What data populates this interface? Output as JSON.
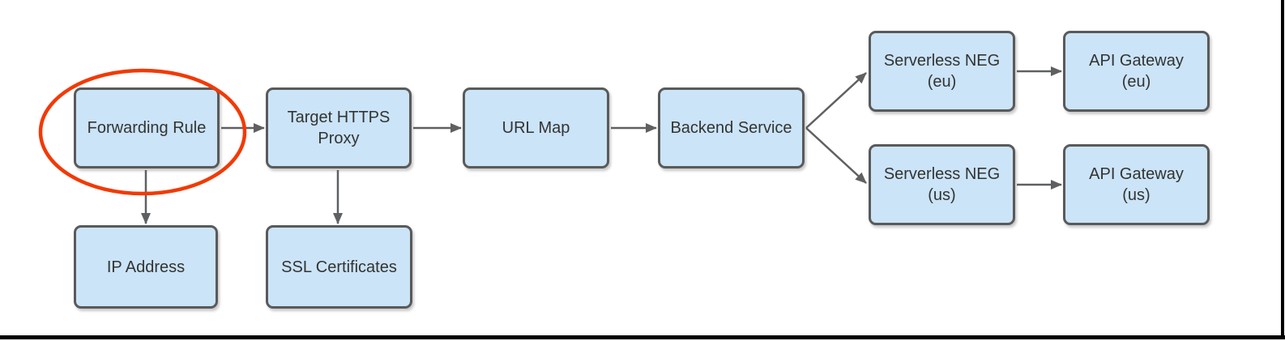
{
  "diagram": {
    "description": "HTTPS load balancer architecture flow diagram",
    "nodes": {
      "forwarding_rule": {
        "label": "Forwarding Rule"
      },
      "target_https_proxy": {
        "label": [
          "Target HTTPS",
          "Proxy"
        ]
      },
      "url_map": {
        "label": "URL Map"
      },
      "backend_service": {
        "label": "Backend Service"
      },
      "serverless_neg_eu": {
        "label": [
          "Serverless NEG",
          "(eu)"
        ]
      },
      "api_gateway_eu": {
        "label": [
          "API Gateway",
          "(eu)"
        ]
      },
      "serverless_neg_us": {
        "label": [
          "Serverless NEG",
          "(us)"
        ]
      },
      "api_gateway_us": {
        "label": [
          "API Gateway",
          "(us)"
        ]
      },
      "ip_address": {
        "label": "IP Address"
      },
      "ssl_certificates": {
        "label": "SSL Certificates"
      }
    },
    "edges": [
      {
        "from": "Forwarding Rule",
        "to": "Target HTTPS Proxy"
      },
      {
        "from": "Forwarding Rule",
        "to": "IP Address"
      },
      {
        "from": "Target HTTPS Proxy",
        "to": "URL Map"
      },
      {
        "from": "Target HTTPS Proxy",
        "to": "SSL Certificates"
      },
      {
        "from": "URL Map",
        "to": "Backend Service"
      },
      {
        "from": "Backend Service",
        "to": "Serverless NEG (eu)"
      },
      {
        "from": "Backend Service",
        "to": "Serverless NEG (us)"
      },
      {
        "from": "Serverless NEG (eu)",
        "to": "API Gateway (eu)"
      },
      {
        "from": "Serverless NEG (us)",
        "to": "API Gateway (us)"
      }
    ],
    "annotation": {
      "type": "ellipse-highlight",
      "target": "Forwarding Rule",
      "color": "#f23a05"
    },
    "colors": {
      "node_fill": "#cbe4f7",
      "node_border": "#5a5a5a",
      "arrow": "#5f6062",
      "text": "#333333",
      "annotation": "#f23a05",
      "frame": "#000000",
      "background": "#ffffff"
    }
  }
}
